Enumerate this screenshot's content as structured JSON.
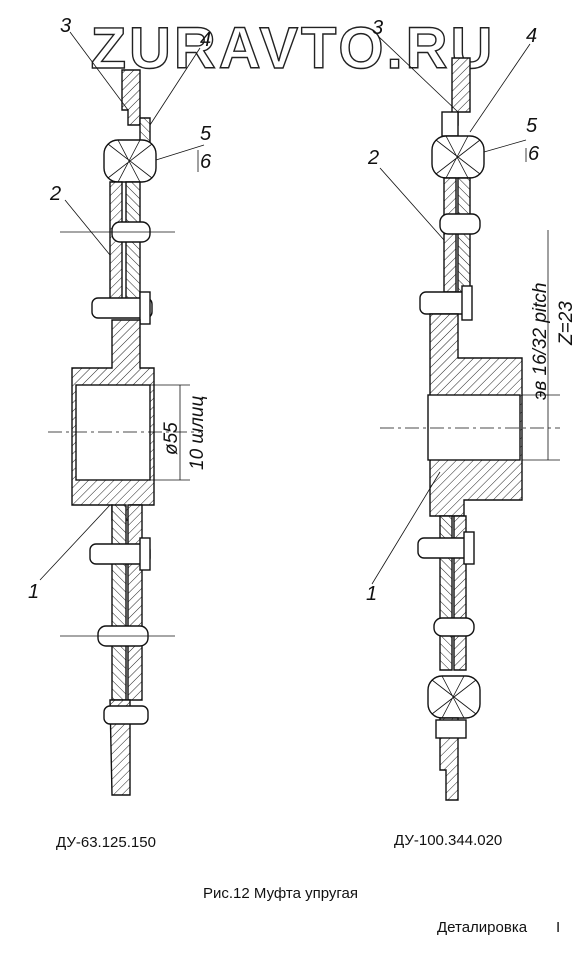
{
  "watermark": "ZURAVTO.RU",
  "callouts": {
    "n1": "1",
    "n2": "2",
    "n3": "3",
    "n4": "4",
    "n5": "5",
    "n6": "6"
  },
  "left_view": {
    "dim_diameter": "ø55",
    "dim_splines": "10 шлиц",
    "designation": "ДУ-63.125.150"
  },
  "right_view": {
    "dim_spline_spec": "эв 16/32 pitch",
    "dim_teeth": "Z=23",
    "designation": "ДУ-100.344.020"
  },
  "figure_caption": "Рис.12 Муфта упругая",
  "footer": {
    "section": "Деталировка",
    "mark": "I"
  }
}
